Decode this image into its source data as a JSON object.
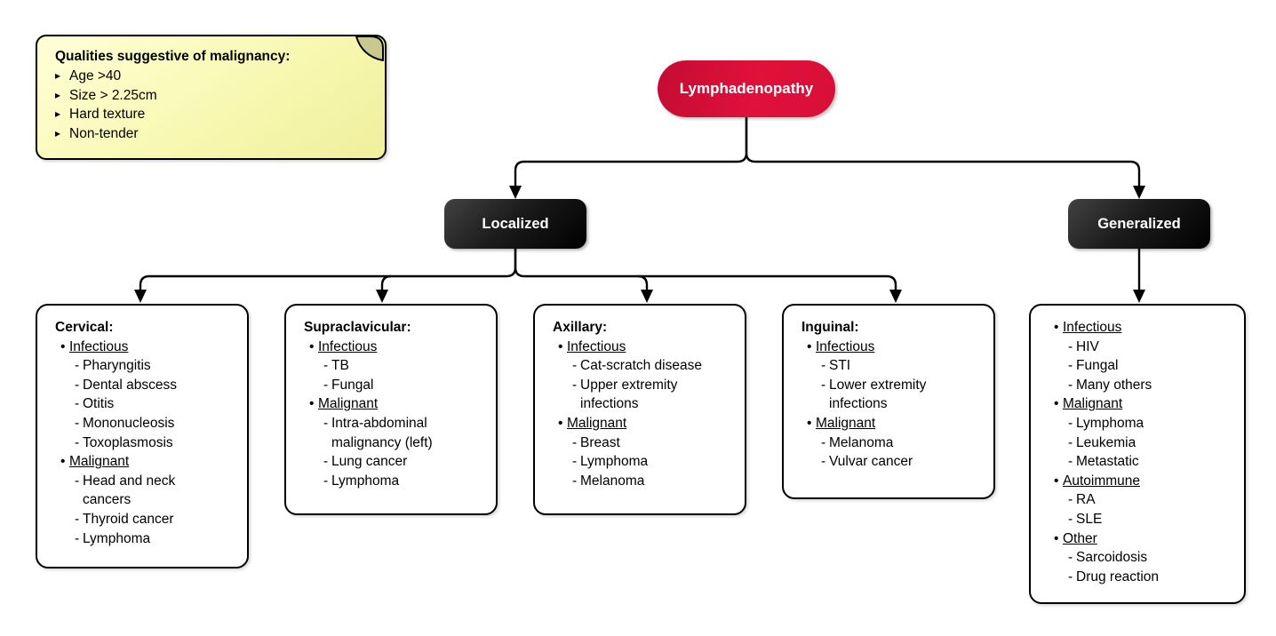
{
  "note": {
    "title": "Qualities suggestive of malignancy:",
    "bullet_glyph": "▸",
    "items": [
      "Age >40",
      "Size > 2.25cm",
      "Hard texture",
      "Non-tender"
    ]
  },
  "root": {
    "label": "Lymphadenopathy"
  },
  "branches": [
    {
      "label": "Localized"
    },
    {
      "label": "Generalized"
    }
  ],
  "boxes": [
    {
      "title": "Cervical:",
      "sections": [
        {
          "header": "Infectious",
          "items": [
            "Pharyngitis",
            "Dental abscess",
            "Otitis",
            "Mononucleosis",
            "Toxoplasmosis"
          ]
        },
        {
          "header": "Malignant",
          "items": [
            "Head and neck\ncancers",
            "Thyroid cancer",
            "Lymphoma"
          ]
        }
      ]
    },
    {
      "title": "Supraclavicular:",
      "sections": [
        {
          "header": "Infectious",
          "items": [
            "TB",
            "Fungal"
          ]
        },
        {
          "header": "Malignant",
          "items": [
            "Intra-abdominal\nmalignancy (left)",
            "Lung cancer",
            "Lymphoma"
          ]
        }
      ]
    },
    {
      "title": "Axillary:",
      "sections": [
        {
          "header": "Infectious",
          "items": [
            "Cat-scratch disease",
            "Upper extremity\ninfections"
          ]
        },
        {
          "header": "Malignant",
          "items": [
            "Breast",
            "Lymphoma",
            "Melanoma"
          ]
        }
      ]
    },
    {
      "title": "Inguinal:",
      "sections": [
        {
          "header": "Infectious",
          "items": [
            "STI",
            "Lower extremity\ninfections"
          ]
        },
        {
          "header": "Malignant",
          "items": [
            "Melanoma",
            "Vulvar cancer"
          ]
        }
      ]
    },
    {
      "title": "",
      "sections": [
        {
          "header": "Infectious",
          "items": [
            "HIV",
            "Fungal",
            "Many others"
          ]
        },
        {
          "header": "Malignant",
          "items": [
            "Lymphoma",
            "Leukemia",
            "Metastatic"
          ]
        },
        {
          "header": "Autoimmune",
          "items": [
            "RA",
            "SLE"
          ]
        },
        {
          "header": "Other",
          "items": [
            "Sarcoidosis",
            "Drug reaction"
          ]
        }
      ]
    }
  ],
  "colors": {
    "root_red": "#d80f38",
    "node_black": "#1c1c1c",
    "note_yellow": "#f8f8b2",
    "line": "#000000"
  }
}
